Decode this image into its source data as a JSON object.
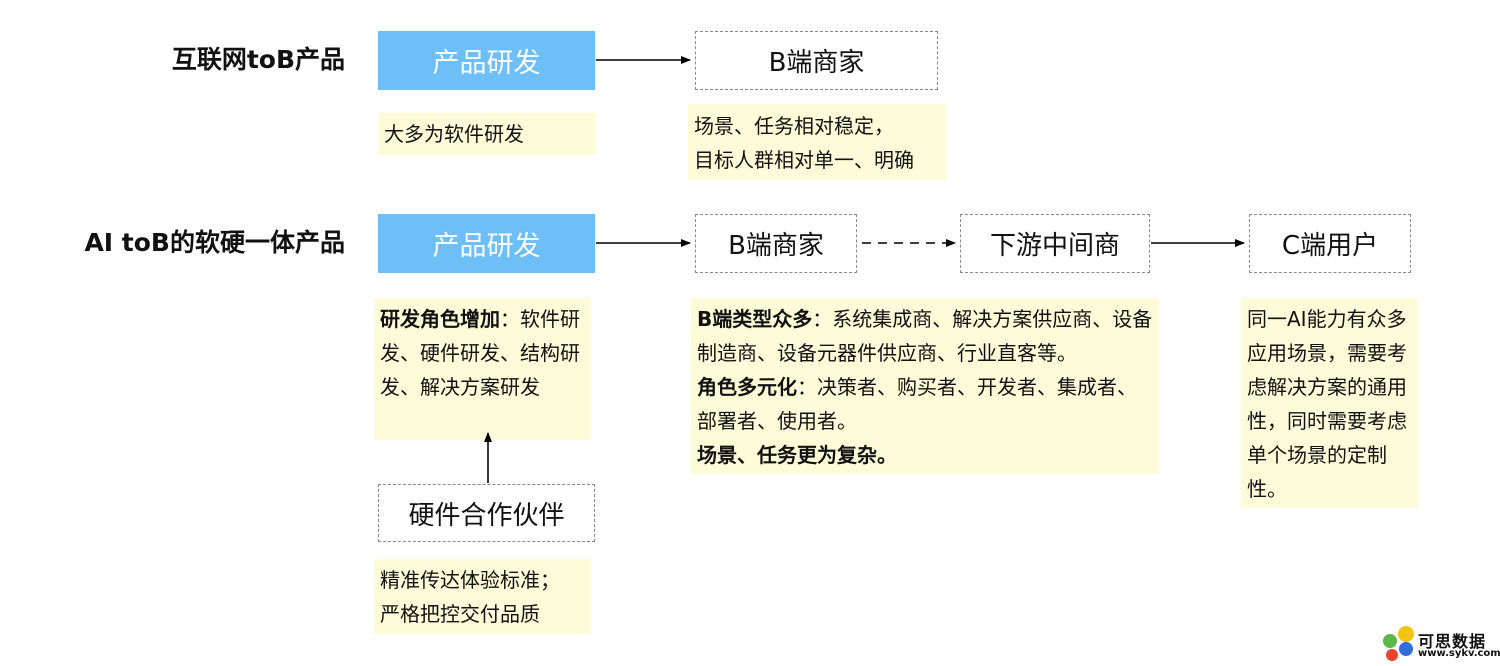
{
  "colors": {
    "accent_blue": "#6ebef8",
    "note_bg": "#fdfbd8",
    "dashed_border": "#8a8a8a",
    "arrow": "#000000"
  },
  "row1": {
    "title": "互联网toB产品",
    "rd_box": "产品研发",
    "merchant_box": "B端商家",
    "rd_note": "大多为软件研发",
    "merchant_note_line1": "场景、任务相对稳定，",
    "merchant_note_line2": "目标人群相对单一、明确"
  },
  "row2": {
    "title": "AI toB的软硬一体产品",
    "rd_box": "产品研发",
    "merchant_box": "B端商家",
    "middleman_box": "下游中间商",
    "consumer_box": "C端用户",
    "rd_note": {
      "bold": "研发角色增加",
      "text": "：软件研发、硬件研发、结构研发、解决方案研发"
    },
    "merchant_note": {
      "p1_bold": "B端类型众多",
      "p1_text": "：系统集成商、解决方案供应商、设备制造商、设备元器件供应商、行业直客等。",
      "p2_bold": "角色多元化",
      "p2_text": "：决策者、购买者、开发者、集成者、部署者、使用者。",
      "p3_bold": "场景、任务更为复杂。"
    },
    "consumer_note": "同一AI能力有众多应用场景，需要考虑解决方案的通用性，同时需要考虑单个场景的定制性。",
    "partner_box": "硬件合作伙伴",
    "partner_note_line1": "精准传达体验标准；",
    "partner_note_line2": "严格把控交付品质"
  },
  "watermark": {
    "brand": "可思数据",
    "url": "www.sykv.com",
    "dot_colors": [
      "#f2c40f",
      "#e8442e",
      "#5cb84a",
      "#2f6fd6"
    ]
  }
}
